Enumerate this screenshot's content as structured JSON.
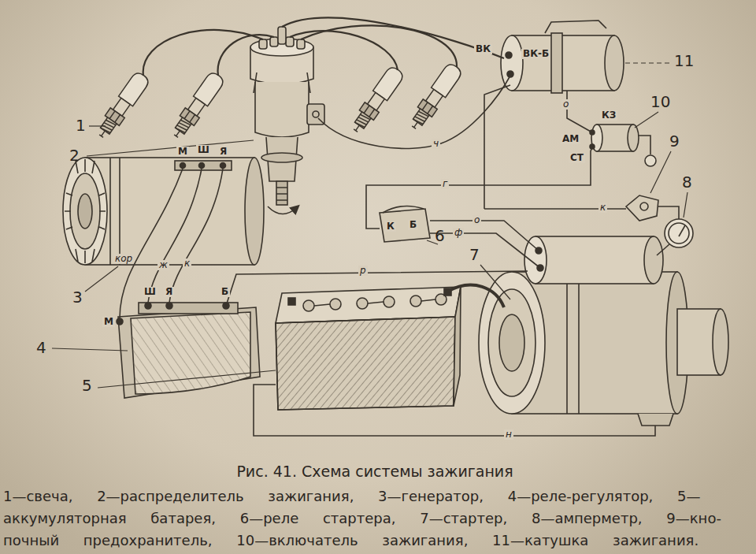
{
  "diagram": {
    "caption": "Рис. 41. Схема системы зажигания",
    "labels": [
      "1",
      "2",
      "3",
      "4",
      "5",
      "6",
      "7",
      "8",
      "9",
      "10",
      "11",
      "М",
      "Ш",
      "Я",
      "М",
      "Ш",
      "Я",
      "Б",
      "ВК",
      "ВК-Б",
      "КЗ",
      "АМ",
      "СТ",
      "К",
      "Б",
      "ч",
      "г",
      "о",
      "ф",
      "к",
      "р",
      "кор",
      "ж",
      "к",
      "н",
      "о",
      "1—свеча, 2—распределитель зажигания, 3—генератор, 4—реле-регулятор, 5—",
      "аккумуляторная батарея, 6—реле стартера, 7—стартер, 8—амперметр, 9—кно-",
      "почный предохранитель, 10—включатель зажигания, 11—катушка зажигания."
    ]
  }
}
